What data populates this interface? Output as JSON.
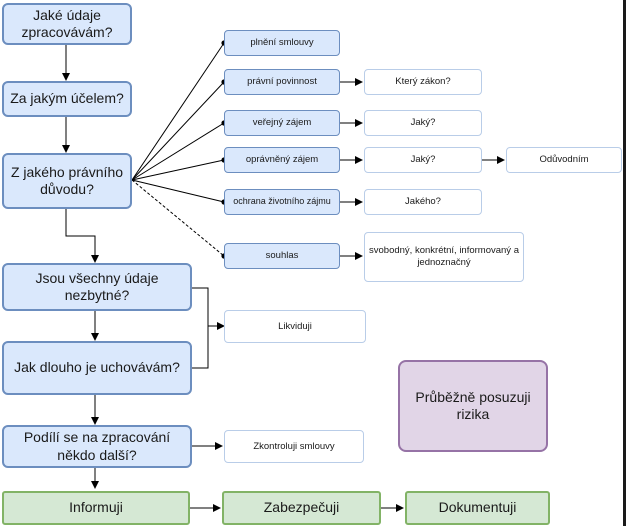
{
  "flow": {
    "q1": "Jaké údaje zpracovávám?",
    "q2": "Za jakým účelem?",
    "q3": "Z jakého právního důvodu?",
    "q4": "Jsou všechny údaje nezbytné?",
    "q5": "Jak dlouho je uchovávám?",
    "q6": "Podílí se na zpracování někdo další?"
  },
  "legal_bases": [
    "plnění smlouvy",
    "právní povinnost",
    "veřejný zájem",
    "oprávněný zájem",
    "ochrana životního zájmu",
    "souhlas"
  ],
  "details": {
    "pravni_povinnost": "Který zákon?",
    "verejny_zajem": "Jaký?",
    "opravneny_zajem": "Jaký?",
    "opravneny_zajem_next": "Odůvodním",
    "ochrana_zivotniho_zajmu": "Jakého?",
    "souhlas": "svobodný, konkrétní, informovaný a jednoznačný"
  },
  "actions": {
    "likviduji": "Likviduji",
    "zkontroluji_smlouvy": "Zkontroluji smlouvy"
  },
  "ongoing": "Průběžně posuzuji rizika",
  "final_steps": [
    "Informuji",
    "Zabezpečuji",
    "Dokumentuji"
  ]
}
